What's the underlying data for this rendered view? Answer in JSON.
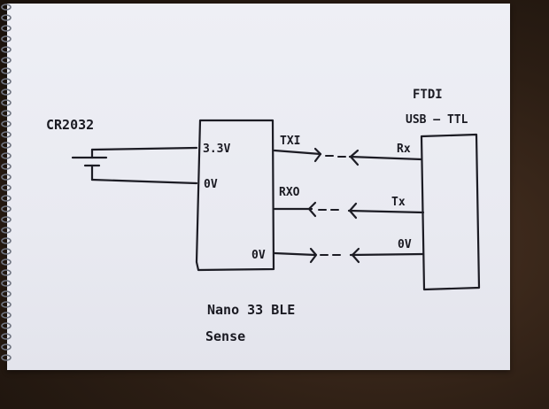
{
  "battery": {
    "label": "CR2032"
  },
  "nano_board": {
    "name_line1": "Nano 33 BLE",
    "name_line2": "Sense",
    "pins": {
      "v33": "3.3V",
      "gnd_left": "0V",
      "txi": "TXI",
      "rxo": "RXO",
      "gnd_right": "0V"
    }
  },
  "ftdi": {
    "title_line1": "FTDI",
    "title_line2": "USB — TTL",
    "pins": {
      "rx": "Rx",
      "tx": "Tx",
      "gnd": "0V"
    }
  },
  "colors": {
    "ink": "#1c1c24",
    "paper": "#eceef4",
    "background": "#2c1e14"
  }
}
